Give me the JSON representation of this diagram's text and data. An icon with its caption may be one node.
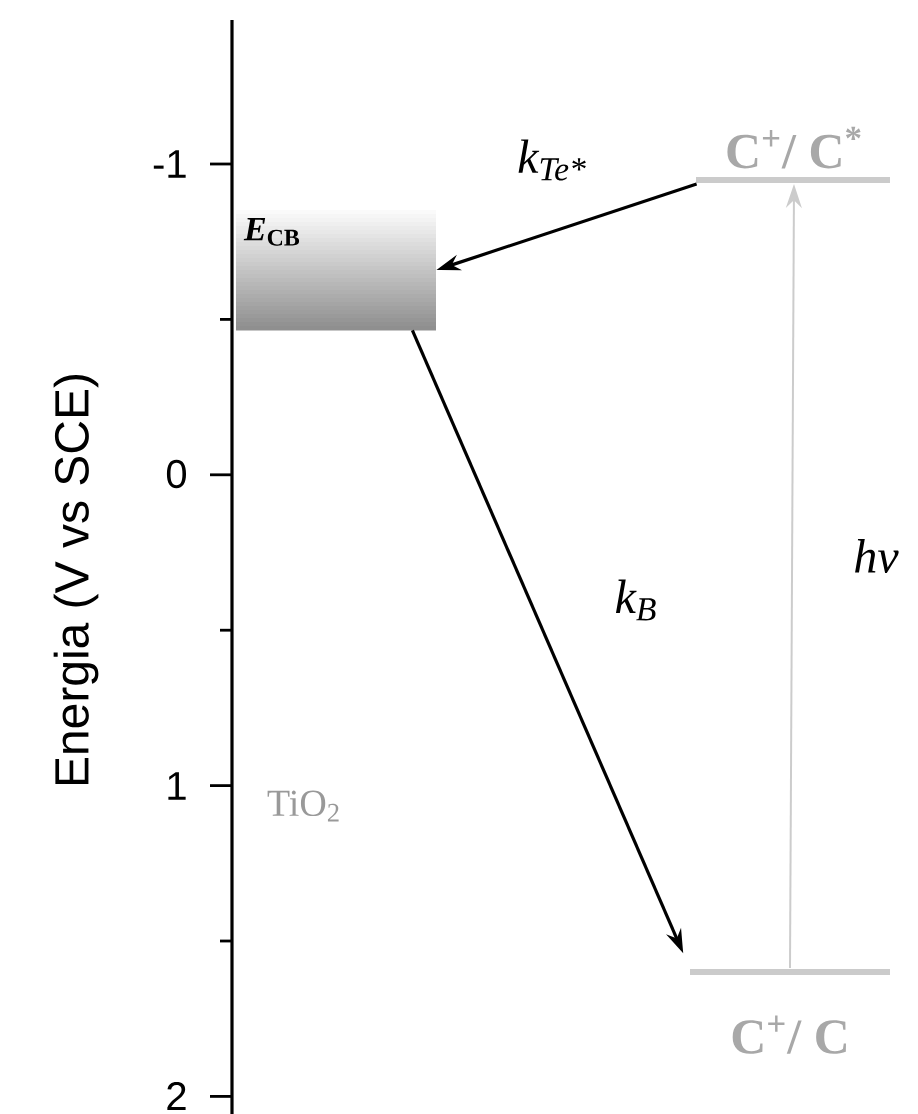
{
  "diagram": {
    "nodes": [
      {
        "text": [
          "*E*$_{CB}$"
        ]
      },
      {
        "text": [
          "C$^{+}$/ C$^{*}$"
        ]
      },
      {
        "text": [
          "C$^{+}$/ C"
        ]
      }
    ],
    "edges": [
      {
        "from": 1,
        "to": 0,
        "arrow": "to",
        "label": "*k*$_{Te*}$"
      },
      {
        "from": 0,
        "to": 2,
        "arrow": "to",
        "label": "*k*$_{B}$"
      },
      {
        "from": 2,
        "to": 1,
        "arrow": "to",
        "label": "hν",
        "color": "#cccccc"
      }
    ],
    "labels": [
      "-1",
      "Energia (V vs SCE)",
      "0",
      "1",
      "TiO$_{2}$",
      "2"
    ]
  }
}
